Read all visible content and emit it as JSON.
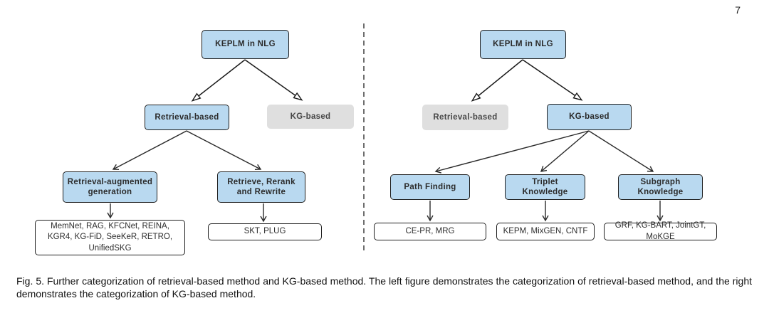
{
  "page": {
    "number": "7",
    "caption": "Fig. 5. Further categorization of retrieval-based method and KG-based method. The left figure demonstrates the categorization of retrieval-based method, and the right demonstrates the categorization of KG-based method."
  },
  "colors": {
    "node_active_blue": "#b9d9f0",
    "node_inactive_gray": "#dfdfdf",
    "node_border": "#1f1f1f",
    "arrow": "#2a2a2a",
    "background": "#ffffff"
  },
  "left_tree": {
    "root": "KEPLM in NLG",
    "level2": [
      {
        "label": "Retrieval-based",
        "state": "active"
      },
      {
        "label": "KG-based",
        "state": "inactive"
      }
    ],
    "level3": [
      "Retrieval-augmented generation",
      "Retrieve, Rerank and Rewrite"
    ],
    "leaves": [
      "MemNet, RAG, KFCNet, REINA, KGR4, KG-FiD, SeeKeR, RETRO, UnifiedSKG",
      "SKT, PLUG"
    ]
  },
  "right_tree": {
    "root": "KEPLM in NLG",
    "level2": [
      {
        "label": "Retrieval-based",
        "state": "inactive"
      },
      {
        "label": "KG-based",
        "state": "active"
      }
    ],
    "level3": [
      "Path Finding",
      "Triplet Knowledge",
      "Subgraph Knowledge"
    ],
    "leaves": [
      "CE-PR, MRG",
      "KEPM, MixGEN, CNTF",
      "GRF, KG-BART, JointGT, MoKGE"
    ]
  }
}
